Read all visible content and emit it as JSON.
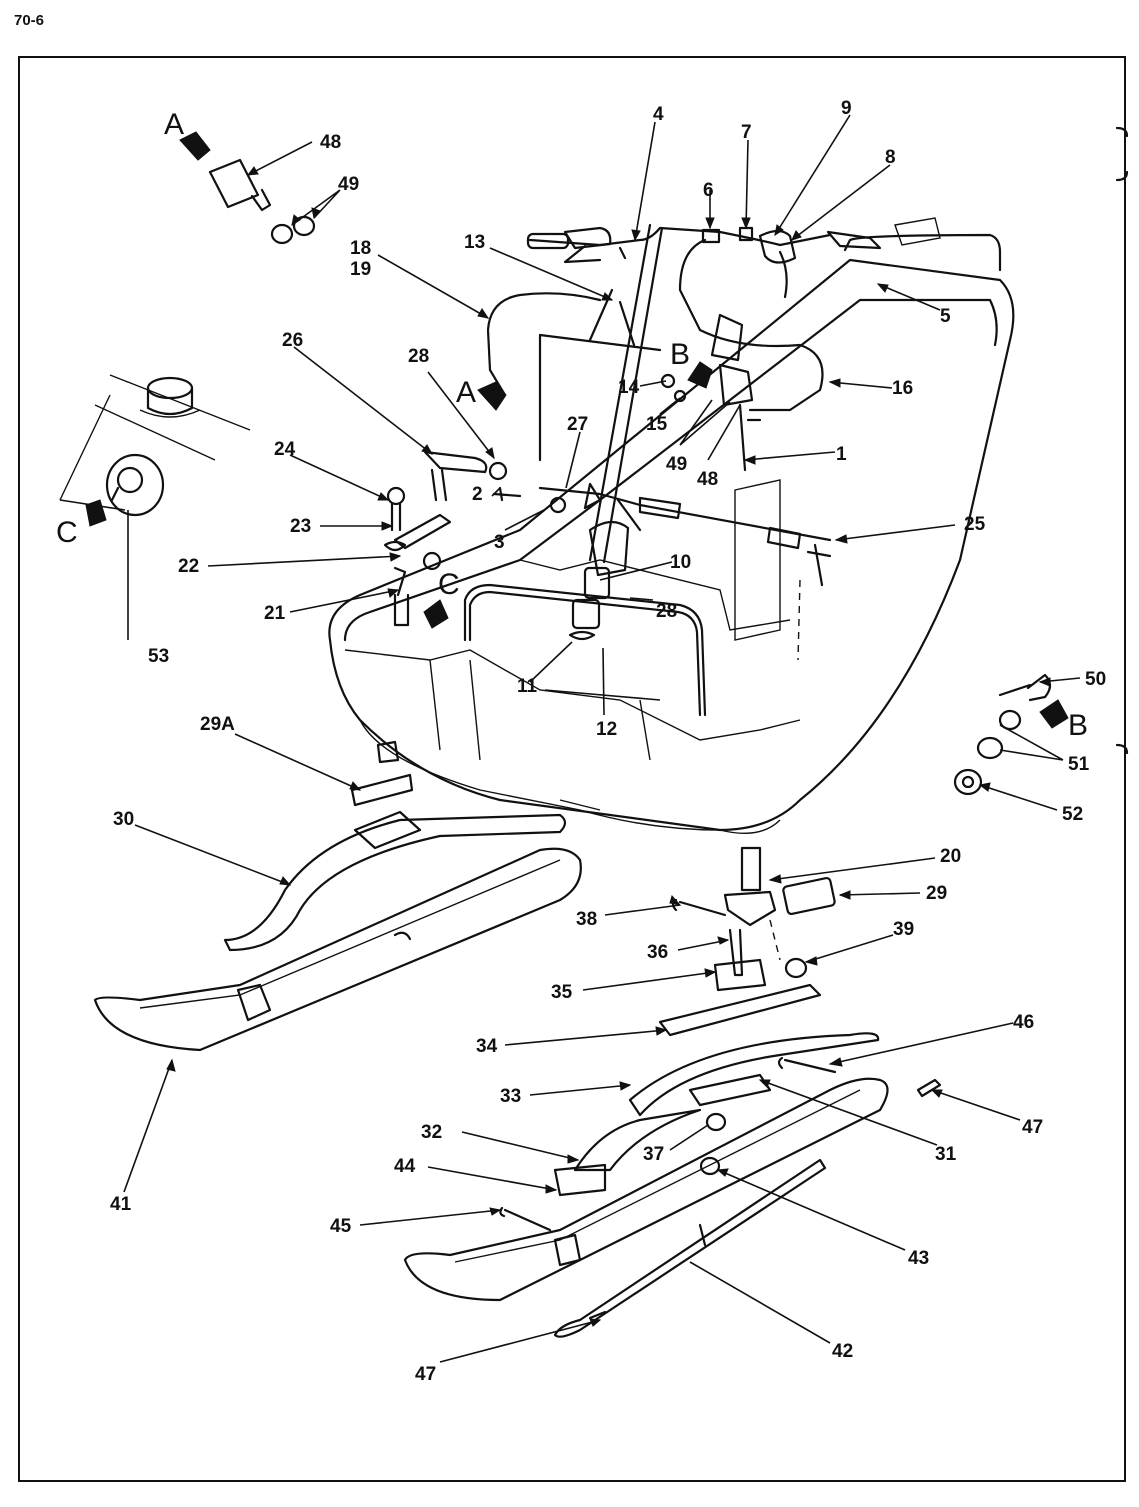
{
  "page": {
    "number": "70-6"
  },
  "view_markers": {
    "a": "A",
    "b": "B",
    "c": "C"
  },
  "callouts": {
    "c1": "1",
    "c2": "2",
    "c3": "3",
    "c4": "4",
    "c5": "5",
    "c6": "6",
    "c7": "7",
    "c8": "8",
    "c9": "9",
    "c10": "10",
    "c11": "11",
    "c12": "12",
    "c13": "13",
    "c14": "14",
    "c15": "15",
    "c16": "16",
    "c18": "18",
    "c19": "19",
    "c20": "20",
    "c21": "21",
    "c22": "22",
    "c23": "23",
    "c24": "24",
    "c25": "25",
    "c26": "26",
    "c27": "27",
    "c28": "28",
    "c29": "29",
    "c29a": "29A",
    "c30": "30",
    "c31": "31",
    "c32": "32",
    "c33": "33",
    "c34": "34",
    "c35": "35",
    "c36": "36",
    "c37": "37",
    "c38": "38",
    "c39": "39",
    "c41": "41",
    "c42": "42",
    "c43": "43",
    "c44": "44",
    "c45": "45",
    "c46": "46",
    "c47": "47",
    "c48": "48",
    "c49": "49",
    "c50": "50",
    "c51": "51",
    "c52": "52",
    "c53": "53"
  }
}
